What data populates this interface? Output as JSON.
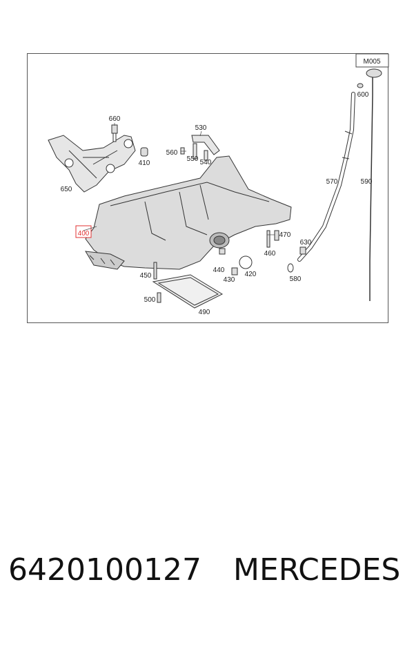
{
  "diagram": {
    "code": "M005",
    "labels": {
      "l600": "600",
      "l660": "660",
      "l530": "530",
      "l560": "560",
      "l550": "550",
      "l540": "540",
      "l410": "410",
      "l650": "650",
      "l570": "570",
      "l590": "590",
      "l400": "400",
      "l470": "470",
      "l460": "460",
      "l630": "630",
      "l440": "440",
      "l430": "430",
      "l420": "420",
      "l580": "580",
      "l450": "450",
      "l500": "500",
      "l490": "490"
    },
    "highlight_color": "#e03030"
  },
  "footer": {
    "part_number": "6420100127",
    "brand": "MERCEDES"
  }
}
